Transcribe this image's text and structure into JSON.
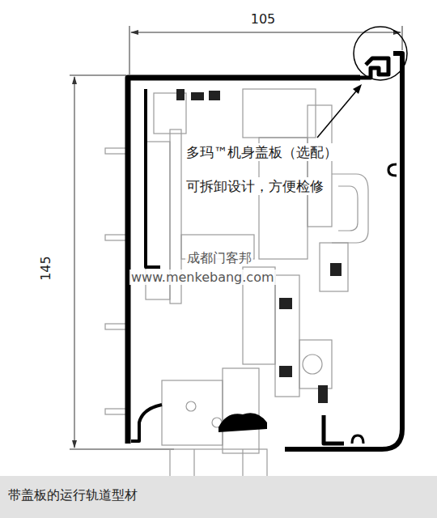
{
  "diagram": {
    "caption": "带盖板的运行轨道型材",
    "labels": [
      "105",
      "145",
      "多玛™机身盖板（选配）",
      "可拆卸设计，方便检修",
      "成都门客邦",
      "www.menkebang.com"
    ]
  }
}
